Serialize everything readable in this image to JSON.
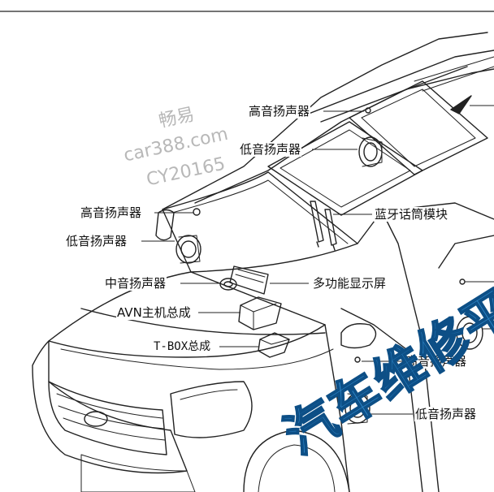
{
  "labels": {
    "tweeter_rear_roof": "高音扬声器",
    "woofer_roof": "低音扬声器",
    "tweeter_left_a": "高音扬声器",
    "bluetooth_mic": "蓝牙话筒模块",
    "woofer_left_a": "低音扬声器",
    "midrange": "中音扬声器",
    "multi_display": "多功能显示屏",
    "avn_unit": "AVN主机总成",
    "tbox": "T-BOX总成",
    "tweeter_door": "高音扬声器",
    "woofer_door": "低音扬声器"
  },
  "watermarks": {
    "line1": "畅易",
    "line2": "car388.com",
    "line3": "CY20165",
    "overlay": "汽车维修平台"
  },
  "colors": {
    "line": "#222222",
    "watermark_gray": "#b8b8b8",
    "watermark_blue": "#2e86c8"
  }
}
